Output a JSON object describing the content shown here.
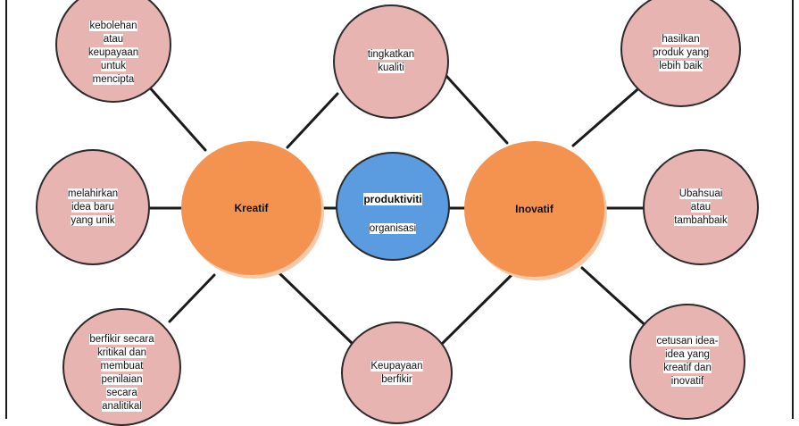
{
  "center": {
    "title": "produktiviti",
    "subtitle": "organisasi"
  },
  "left_hub": {
    "label": "Kreatif"
  },
  "right_hub": {
    "label": "Inovatif"
  },
  "top_center": {
    "label": "tingkatkan\nkualiti"
  },
  "bottom_center": {
    "label": "Keupayaan\nberfikir"
  },
  "left_nodes": [
    {
      "label": "kebolehan\natau\nkeupayaan\nuntuk\nmencipta"
    },
    {
      "label": "melahirkan\nidea baru\nyang unik"
    },
    {
      "label": "berfikir secara\nkritikal dan\nmembuat\npenilaian\nsecara\nanalitikal"
    }
  ],
  "right_nodes": [
    {
      "label": "hasilkan\nproduk yang\nlebih baik"
    },
    {
      "label": "Ubahsuai\natau\ntambahbaik"
    },
    {
      "label": "cetusan idea-\nidea yang\nkreatif dan\ninovatif"
    }
  ],
  "colors": {
    "pink": "#e8b4b2",
    "orange": "#f4924f",
    "blue": "#5b9be0",
    "line": "#1a1a1a"
  }
}
